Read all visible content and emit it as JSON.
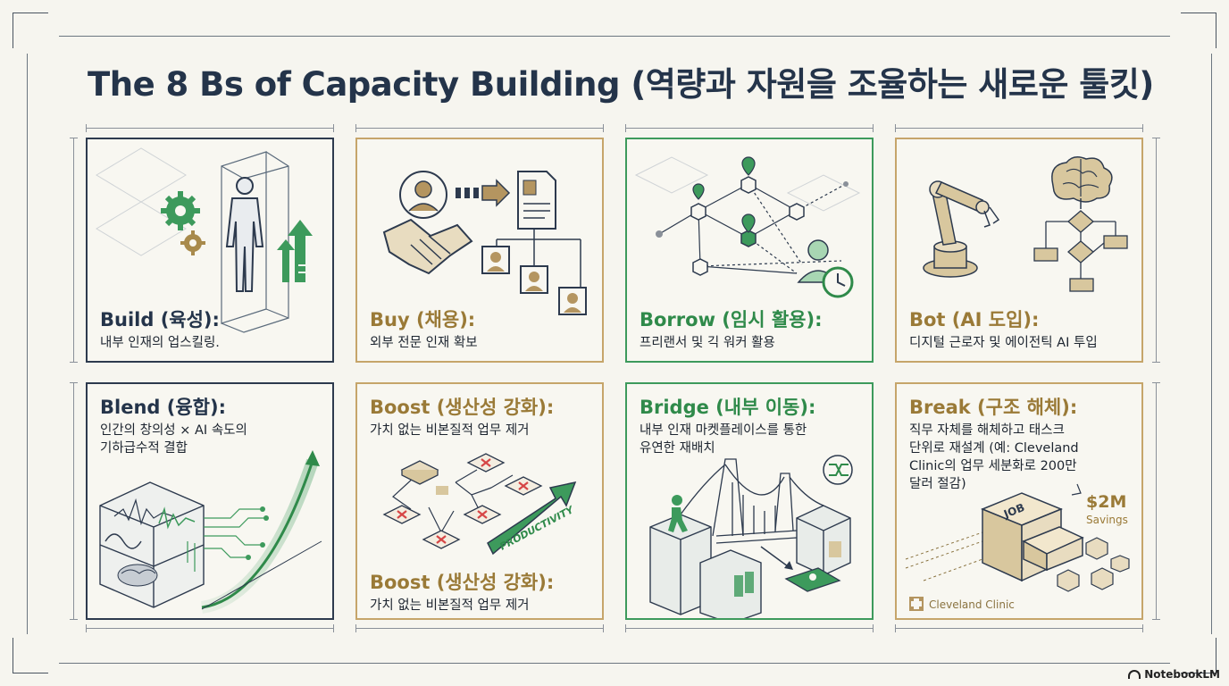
{
  "title": "The 8 Bs of Capacity Building (역량과 자원을 조율하는 새로운 툴킷)",
  "cards": [
    {
      "title": "Build (육성):",
      "desc": [
        "내부 인재의 업스킬링."
      ]
    },
    {
      "title": "Buy (채용):",
      "desc": [
        "외부 전문 인재 확보"
      ]
    },
    {
      "title": "Borrow (임시 활용):",
      "desc": [
        "프리랜서 및 긱 워커 활용"
      ]
    },
    {
      "title": "Bot (AI 도입):",
      "desc": [
        "디지털 근로자 및 에이전틱 AI 투입"
      ]
    },
    {
      "title": "Blend (융합):",
      "desc": [
        "인간의 창의성 × AI 속도의",
        "기하급수적 결합"
      ]
    },
    {
      "title": "Boost (생산성 강화):",
      "desc": [
        "가치 없는 비본질적 업무 제거"
      ],
      "title2": "Boost (생산성 강화):",
      "desc2": "가치 없는 비본질적 업무 제거",
      "arrow_label": "PRODUCTIVITY"
    },
    {
      "title": "Bridge (내부 이동):",
      "desc": [
        "내부 인재 마켓플레이스를 통한",
        "유연한 재배치"
      ]
    },
    {
      "title": "Break (구조 해체):",
      "desc": [
        "직무 자체를 해체하고 태스크",
        "단위로 재설계 (예: Cleveland",
        "Clinic의 업무 세분화로 200만",
        "달러 절감)"
      ],
      "box_label": "JOB",
      "savings_value": "$2M",
      "savings_label": "Savings",
      "logo_text": "Cleveland Clinic"
    }
  ],
  "brand": "NotebookLM",
  "colors": {
    "navy": "#24344a",
    "gold": "#9a7a37",
    "green": "#2f8a4a"
  }
}
